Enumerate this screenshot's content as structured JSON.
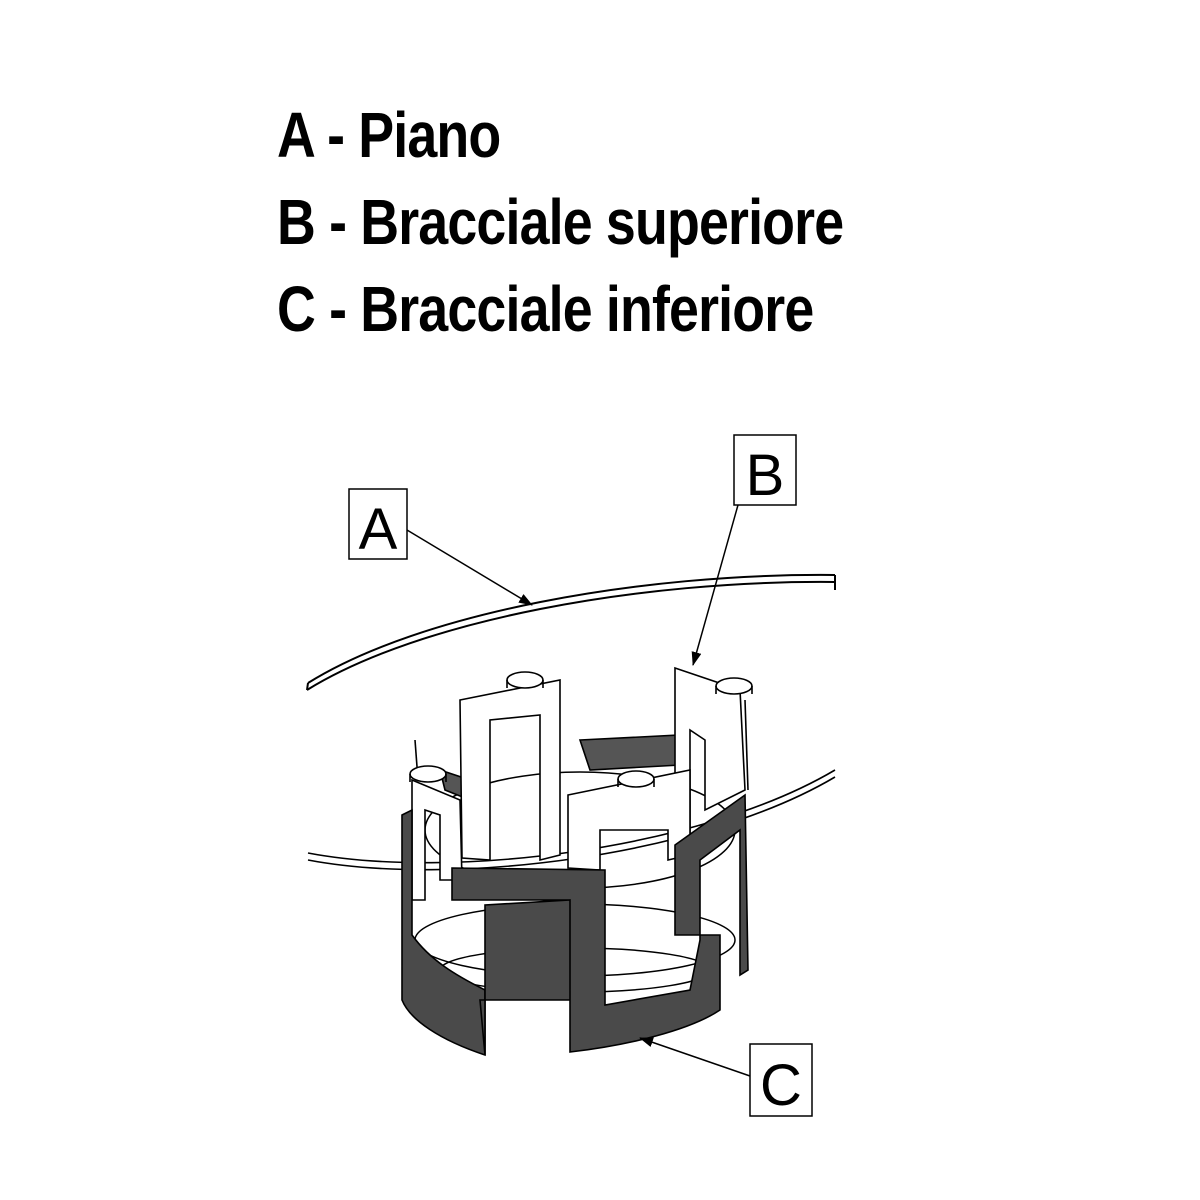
{
  "legend": {
    "items": [
      {
        "letter": "A",
        "text": "A - Piano"
      },
      {
        "letter": "B",
        "text": "B - Bracciale superiore"
      },
      {
        "letter": "C",
        "text": "C - Bracciale inferiore"
      }
    ]
  },
  "callouts": {
    "a": "A",
    "b": "B",
    "c": "C"
  },
  "colors": {
    "line": "#000000",
    "band": "#4a4a4a",
    "background": "#ffffff"
  }
}
